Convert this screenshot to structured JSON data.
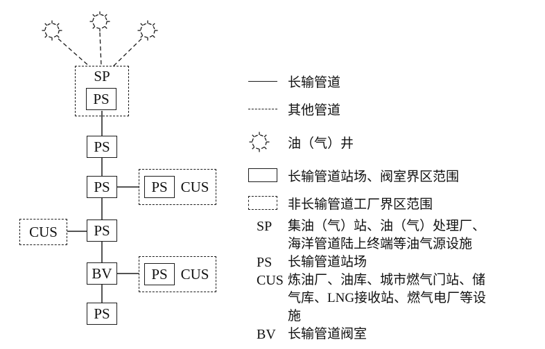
{
  "diagram": {
    "labels": {
      "sp": "SP",
      "ps": "PS",
      "bv": "BV",
      "cus": "CUS"
    }
  },
  "legend": {
    "items": [
      {
        "symbol": "solid-line",
        "label": "长输管道"
      },
      {
        "symbol": "dashed-line",
        "label": "其他管道"
      },
      {
        "symbol": "well",
        "label": "油（气）井"
      },
      {
        "symbol": "solid-rect",
        "label": "长输管道站场、阀室界区范围"
      },
      {
        "symbol": "dashed-rect",
        "label": "非长输管道工厂界区范围"
      }
    ],
    "terms": [
      {
        "abbr": "SP",
        "definition": "集油（气）站、油（气）处理厂、海洋管道陆上终端等油气源设施"
      },
      {
        "abbr": "PS",
        "definition": "长输管道站场"
      },
      {
        "abbr": "CUS",
        "definition": "炼油厂、油库、城市燃气门站、储气库、LNG接收站、燃气电厂等设施"
      },
      {
        "abbr": "BV",
        "definition": "长输管道阀室"
      }
    ]
  }
}
